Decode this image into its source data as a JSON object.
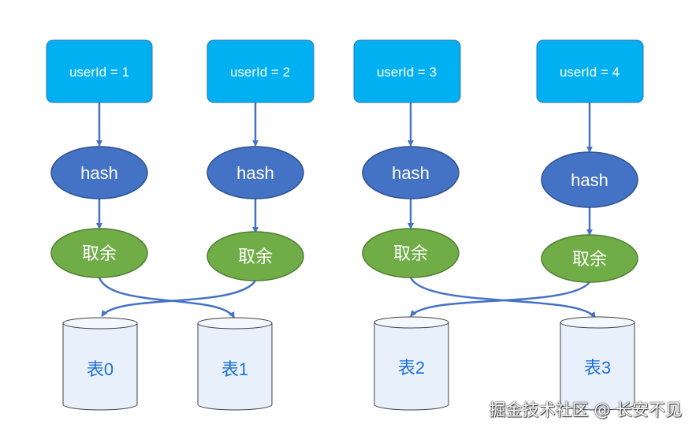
{
  "users": [
    {
      "label": "userId = 1"
    },
    {
      "label": "userId = 2"
    },
    {
      "label": "userId = 3"
    },
    {
      "label": "userId = 4"
    }
  ],
  "hash_label": "hash",
  "mod_label": "取余",
  "tables": [
    {
      "label": "表0"
    },
    {
      "label": "表1"
    },
    {
      "label": "表2"
    },
    {
      "label": "表3"
    }
  ],
  "watermark": "掘金技术社区 @ 长安不见",
  "colors": {
    "user_box": "#00b0f0",
    "hash_node": "#4472c4",
    "mod_node": "#70ad47",
    "table_fill": "#e8f1fb",
    "table_text": "#1f6fd6",
    "arrow": "#4472c4"
  }
}
